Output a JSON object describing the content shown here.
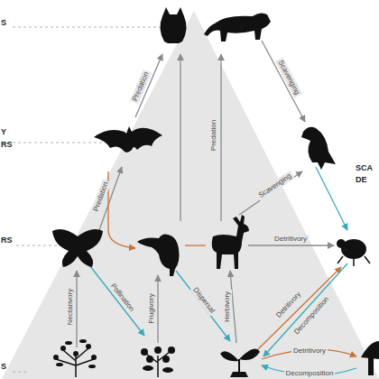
{
  "diagram": {
    "labels": [
      "S",
      "Y",
      "RS",
      "RS",
      "S",
      "SCA",
      "DE",
      "Predation",
      "Predation",
      "Scavenging",
      "Predation",
      "Scavenging",
      "Detritivory",
      "Nectarivory",
      "Pollination",
      "Frugivory",
      "Dispersal",
      "Herbivory",
      "Detritivory",
      "Decomposition",
      "Detritivory",
      "Decomposition"
    ]
  }
}
